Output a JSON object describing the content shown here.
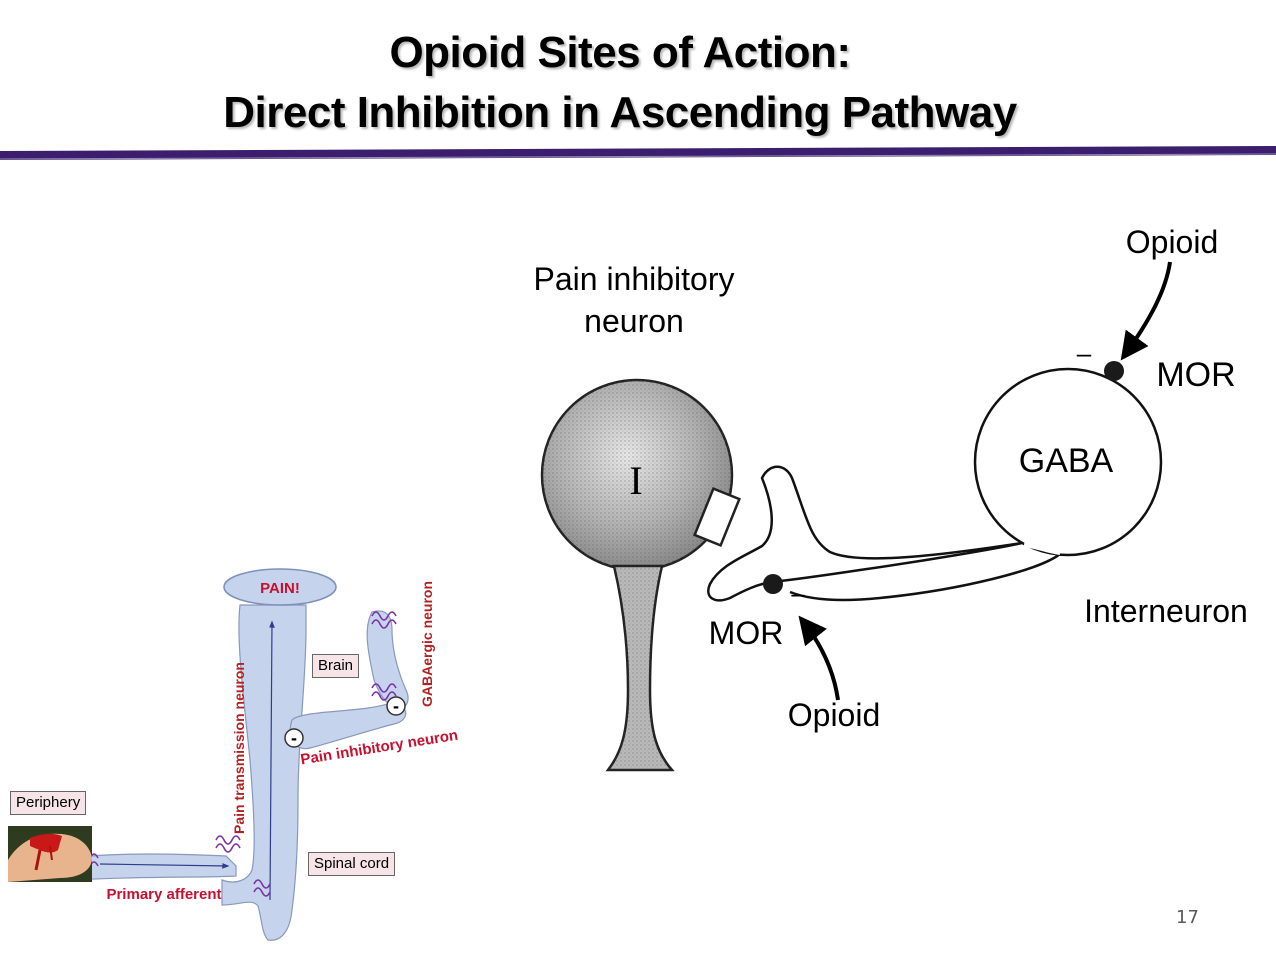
{
  "slide": {
    "title_line1": "Opioid Sites of Action:",
    "title_line2": "Direct Inhibition in Ascending Pathway",
    "slide_number": "17",
    "accent_color": "#3b1f6e"
  },
  "right_diagram": {
    "pain_inhibitory_neuron_line1": "Pain inhibitory",
    "pain_inhibitory_neuron_line2": "neuron",
    "cell_label": "I",
    "gaba": "GABA",
    "opioid_top": "Opioid",
    "mor_top": "MOR",
    "minus_top": "–",
    "interneuron": "Interneuron",
    "mor_bottom": "MOR",
    "minus_bottom": "–",
    "opioid_bottom": "Opioid"
  },
  "left_diagram": {
    "pain": "PAIN!",
    "brain": "Brain",
    "periphery": "Periphery",
    "spinal_cord": "Spinal cord",
    "primary_afferent": "Primary afferent",
    "pain_transmission_neuron": "Pain transmission neuron",
    "gabaergic_neuron": "GABAergic neuron",
    "pain_inhibitory_neuron": "Pain inhibitory neuron",
    "minus_1": "-",
    "minus_2": "-",
    "label_color": "#c8102e",
    "vertical_label_color": "#b22222",
    "receptor_color": "#7b2fa8",
    "neuron_fill": "#c6d3ec"
  }
}
